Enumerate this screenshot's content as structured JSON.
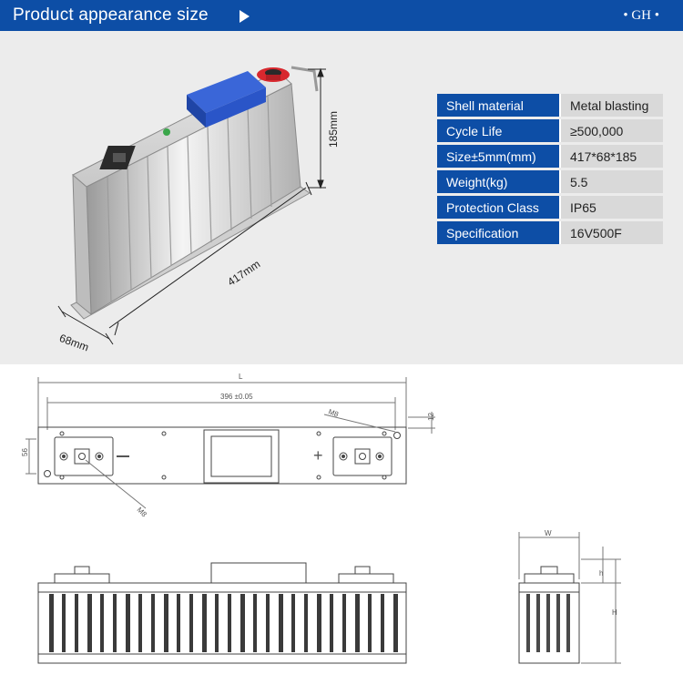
{
  "header": {
    "title": "Product appearance size",
    "brand": "• GH •"
  },
  "photo": {
    "height_label": "185mm",
    "length_label": "417mm",
    "width_label": "68mm",
    "terminal_minus": "—",
    "terminal_plus": "+"
  },
  "specs": [
    {
      "key": "Shell material",
      "value": "Metal blasting"
    },
    {
      "key": "Cycle Life",
      "value": "≥500,000"
    },
    {
      "key": "Size±5mm(mm)",
      "value": "417*68*185"
    },
    {
      "key": "Weight(kg)",
      "value": "5.5"
    },
    {
      "key": "Protection Class",
      "value": "IP65"
    },
    {
      "key": "Specification",
      "value": "16V500F"
    }
  ],
  "drawing": {
    "L": "L",
    "inner_length": "396 ±0.05",
    "m8_top": "M8",
    "m8_bottom": "M8",
    "dim_56": "56",
    "dim_12": "12",
    "minus": "—",
    "plus": "+",
    "W": "W",
    "h": "h",
    "H": "H"
  },
  "colors": {
    "header_bg": "#0d4ea6",
    "panel_bg": "#ececec",
    "cover_blue": "#2a55c8",
    "terminal_red": "#d8282e"
  }
}
